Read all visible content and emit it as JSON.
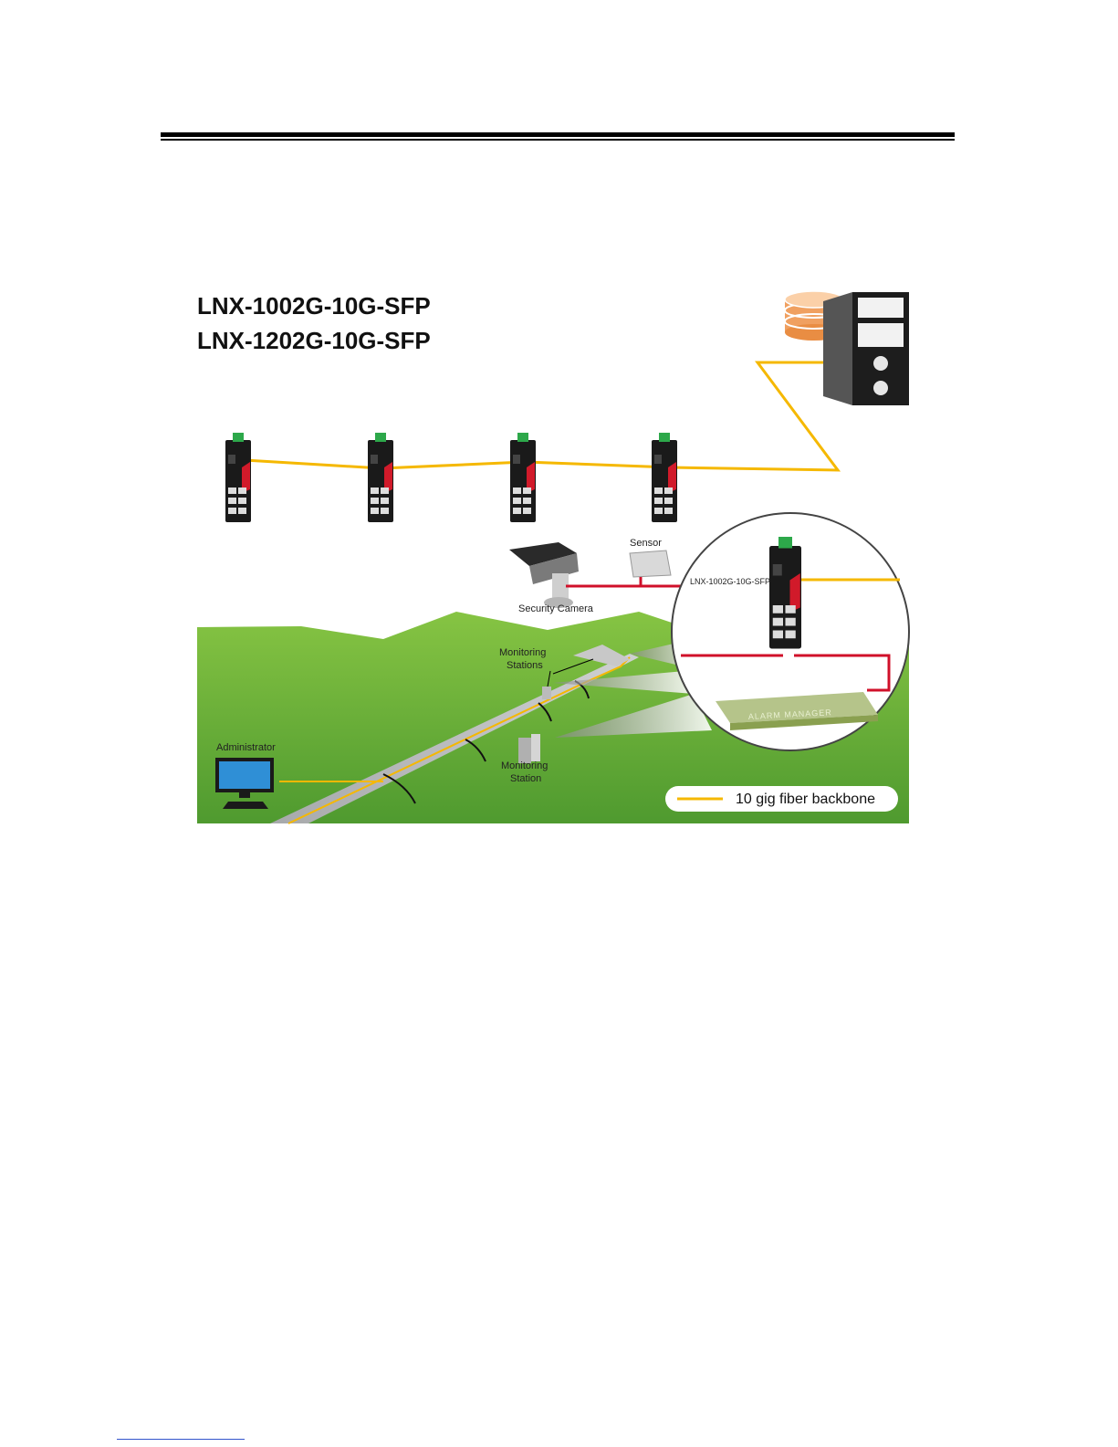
{
  "titles": {
    "line1": "LNX-1002G-10G-SFP",
    "line2": "LNX-1202G-10G-SFP"
  },
  "labels": {
    "sensor": "Sensor",
    "security_camera": "Security Camera",
    "monitoring_stations_1": "Monitoring",
    "monitoring_stations_2": "Stations",
    "monitoring_station_1": "Monitoring",
    "monitoring_station_2": "Station",
    "administrator": "Administrator",
    "switch_model": "LNX-1002G-10G-SFP",
    "alarm_manager": "ALARM MANAGER"
  },
  "legend": {
    "fiber": "10 gig fiber backbone"
  },
  "colors": {
    "fiber": "#f5b800",
    "copper": "#d0102a",
    "grass": "#6fb23a",
    "switch_body": "#1a1a1a",
    "switch_accent": "#d11a2a"
  },
  "icons": {
    "server": "server-icon",
    "database": "database-icon",
    "switch": "switch-icon",
    "camera": "camera-icon",
    "monitor": "monitor-icon"
  }
}
